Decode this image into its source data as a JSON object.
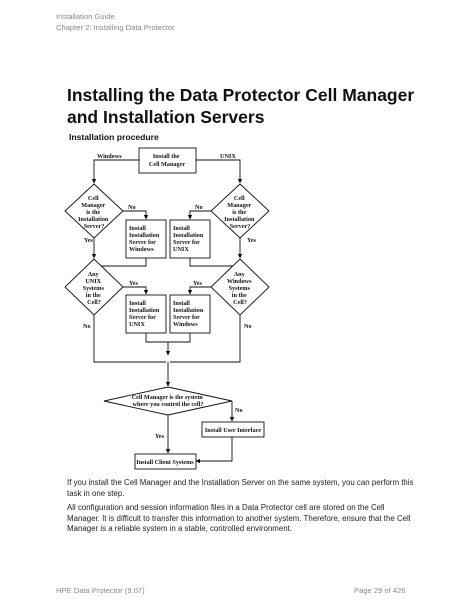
{
  "header": {
    "line1": "Installation Guide",
    "line2": "Chapter 2: Installing Data Protector"
  },
  "title": "Installing the Data Protector Cell Manager and Installation Servers",
  "subheading": "Installation procedure",
  "flowchart": {
    "start": [
      "Install the",
      "Cell Manager"
    ],
    "branch_left": "Windows",
    "branch_right": "UNIX",
    "decision_left": [
      "Cell",
      "Manager",
      "is the",
      "Installation",
      "Server?"
    ],
    "decision_right": [
      "Cell",
      "Manager",
      "is the",
      "Installation",
      "Server?"
    ],
    "install_win_is": [
      "Install",
      "Installation",
      "Server for",
      "Windows"
    ],
    "install_unix_is": [
      "Install",
      "Installation",
      "Server for",
      "UNIX"
    ],
    "decision_unix_systems": [
      "Any",
      "UNIX",
      "Systems",
      "in the",
      "Cell?"
    ],
    "decision_windows_systems": [
      "Any",
      "Windows",
      "Systems",
      "in the",
      "Cell?"
    ],
    "install_unix_is_2": [
      "Install",
      "Installation",
      "Server for",
      "UNIX"
    ],
    "install_win_is_2": [
      "Install",
      "Installation",
      "Server for",
      "Windows"
    ],
    "decision_control": [
      "Cell Manager is the system",
      "where you control the cell?"
    ],
    "install_user_interface": "Install User Interface",
    "install_client_systems": "Install Client Systems",
    "label_yes": "Yes",
    "label_no": "No"
  },
  "paragraphs": [
    "If you install the Cell Manager and the Installation Server on the same system, you can perform this task in one step.",
    "All configuration and session information files in a Data Protector cell are stored on the Cell Manager. It is difficult to transfer this information to another system. Therefore, ensure that the Cell Manager is a reliable system in a stable, controlled environment."
  ],
  "footer": {
    "left": "HPE Data Protector (9.07)",
    "right": "Page 29 of 426"
  }
}
